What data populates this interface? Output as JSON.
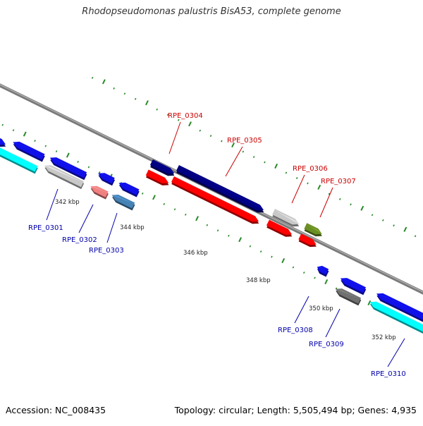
{
  "title": "Rhodopseudomonas palustris BisA53, complete genome",
  "footer": {
    "accession": "Accession: NC_008435",
    "topology": "Topology: circular; Length: 5,505,494 bp; Genes: 4,935"
  },
  "scale_labels": [
    "342 kbp",
    "344 kbp",
    "346 kbp",
    "348 kbp",
    "350 kbp",
    "352 kbp"
  ],
  "gene_labels": [
    {
      "name": "RPE_0301",
      "strand": "-",
      "color": "#0000aa"
    },
    {
      "name": "RPE_0302",
      "strand": "-",
      "color": "#0000aa"
    },
    {
      "name": "RPE_0303",
      "strand": "-",
      "color": "#0000aa"
    },
    {
      "name": "RPE_0304",
      "strand": "+",
      "color": "#cc0000"
    },
    {
      "name": "RPE_0305",
      "strand": "+",
      "color": "#cc0000"
    },
    {
      "name": "RPE_0306",
      "strand": "+",
      "color": "#cc0000"
    },
    {
      "name": "RPE_0307",
      "strand": "+",
      "color": "#cc0000"
    },
    {
      "name": "RPE_0308",
      "strand": "-",
      "color": "#0000aa"
    },
    {
      "name": "RPE_0309",
      "strand": "-",
      "color": "#0000aa"
    },
    {
      "name": "RPE_0310",
      "strand": "-",
      "color": "#0000aa"
    }
  ],
  "colors": {
    "backbone": "#8c8c8c",
    "label_forward": "#cc0000",
    "label_reverse": "#0000aa",
    "tick_marks": "#2a8a2a",
    "feature_blue": "#1010e8",
    "feature_navy": "#000080",
    "feature_red": "#ff0000",
    "feature_cyan": "#00ffff",
    "feature_gray": "#c8c8c8",
    "feature_darkgray": "#707070",
    "feature_salmon": "#f08080",
    "feature_steel": "#4682b4",
    "feature_olive": "#6b8e23"
  }
}
